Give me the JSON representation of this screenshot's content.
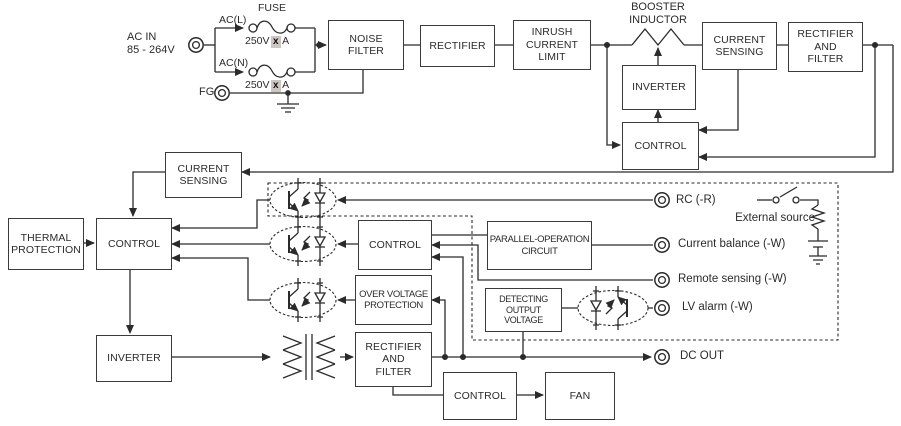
{
  "diagram": {
    "source": {
      "ac_in": "AC IN\n85 - 264V",
      "fg": "FG",
      "fuse_title": "FUSE",
      "ac_l": "AC(L)",
      "ac_n": "AC(N)",
      "fuse_rating": {
        "prefix": "250V",
        "x": "x",
        "suffix": "A"
      }
    },
    "booster_inductor_label": "BOOSTER\nINDUCTOR",
    "blocks": {
      "noise_filter": {
        "label": "NOISE\nFILTER"
      },
      "rectifier": {
        "label": "RECTIFIER"
      },
      "inrush_current_limit": {
        "label": "INRUSH\nCURRENT\nLIMIT"
      },
      "inverter_top": {
        "label": "INVERTER"
      },
      "control_top": {
        "label": "CONTROL"
      },
      "current_sensing_top": {
        "label": "CURRENT\nSENSING"
      },
      "rectifier_filter_top": {
        "label": "RECTIFIER\nAND\nFILTER"
      },
      "current_sensing_left": {
        "label": "CURRENT\nSENSING"
      },
      "thermal_protection": {
        "label": "THERMAL\nPROTECTION"
      },
      "control_left": {
        "label": "CONTROL"
      },
      "inverter_bottom": {
        "label": "INVERTER"
      },
      "control_mid": {
        "label": "CONTROL"
      },
      "over_voltage_protection": {
        "label": "OVER VOLTAGE\nPROTECTION"
      },
      "parallel_operation": {
        "label": "PARALLEL-OPERATION\nCIRCUIT"
      },
      "detecting_output_voltage": {
        "label": "DETECTING\nOUTPUT VOLTAGE"
      },
      "rectifier_filter_bottom": {
        "label": "RECTIFIER\nAND\nFILTER"
      },
      "control_bottom": {
        "label": "CONTROL"
      },
      "fan": {
        "label": "FAN"
      }
    },
    "terminals": {
      "rc": "RC (-R)",
      "current_balance": "Current balance (-W)",
      "remote_sensing": "Remote sensing (-W)",
      "lv_alarm": "LV alarm (-W)",
      "dc_out": "DC OUT"
    },
    "external_source_label": "External source",
    "colors": {
      "line": "#2b2b2b",
      "highlight": "#cdc5c1",
      "background": "#ffffff"
    }
  }
}
